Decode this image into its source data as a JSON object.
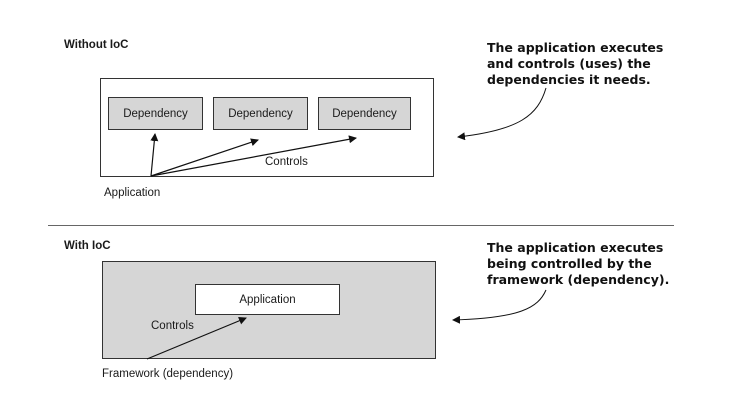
{
  "without_ioc": {
    "title": "Without IoC",
    "dependencies": [
      "Dependency",
      "Dependency",
      "Dependency"
    ],
    "controls_label": "Controls",
    "application_label": "Application",
    "annotation": [
      "The application executes",
      "and controls (uses) the",
      "dependencies it needs."
    ]
  },
  "with_ioc": {
    "title": "With IoC",
    "application_label": "Application",
    "controls_label": "Controls",
    "framework_label": "Framework (dependency)",
    "annotation": [
      "The application executes",
      "being controlled by the",
      "framework (dependency)."
    ]
  }
}
